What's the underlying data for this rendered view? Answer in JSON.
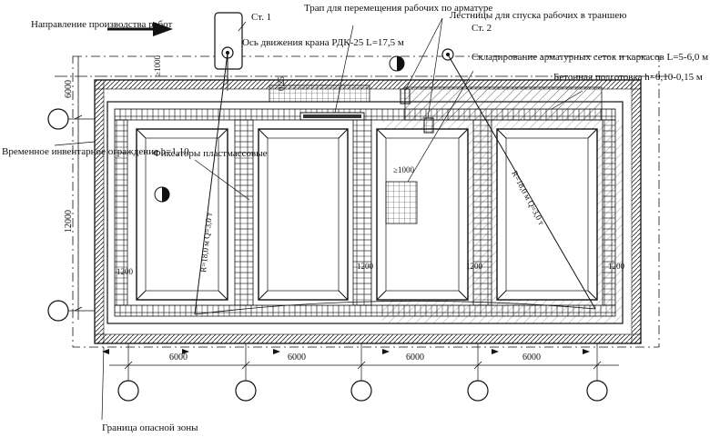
{
  "labels": {
    "direction": "Направление производства работ",
    "crane_st1": "Ст. 1",
    "crane_axis": "Ось движения крана РДК-25 L=17,5 м",
    "ladder_walk": "Трап для перемещения рабочих по арматуре",
    "ladders": "Лестницы для спуска рабочих в траншею",
    "crane_st2": "Ст. 2",
    "storage": "Складирование арматурных сеток и каркасов L=5-6,0 м",
    "concrete_prep": "Бетонная подготовка h=0,10-0,15 м",
    "fixators": "Фиксаторы пластмассовые",
    "fence": "Временное инвентарное ограждение h=1,10",
    "radius1": "R=18,0 м Q=3,0 т",
    "radius2": "R=18,0 м Q=3,0 т",
    "danger_zone": "Граница опасной зоны"
  },
  "dimensions": {
    "top_offset": "6000",
    "left_span": "12000",
    "min_gap_top": "≥1000",
    "min_gap_mid": "≥1000",
    "small_025": "0,25",
    "corner1": "1200",
    "corner2": "1200",
    "corner3": "1200",
    "corner4": "1200",
    "bottom_spans": [
      "6000",
      "6000",
      "6000",
      "6000"
    ]
  }
}
